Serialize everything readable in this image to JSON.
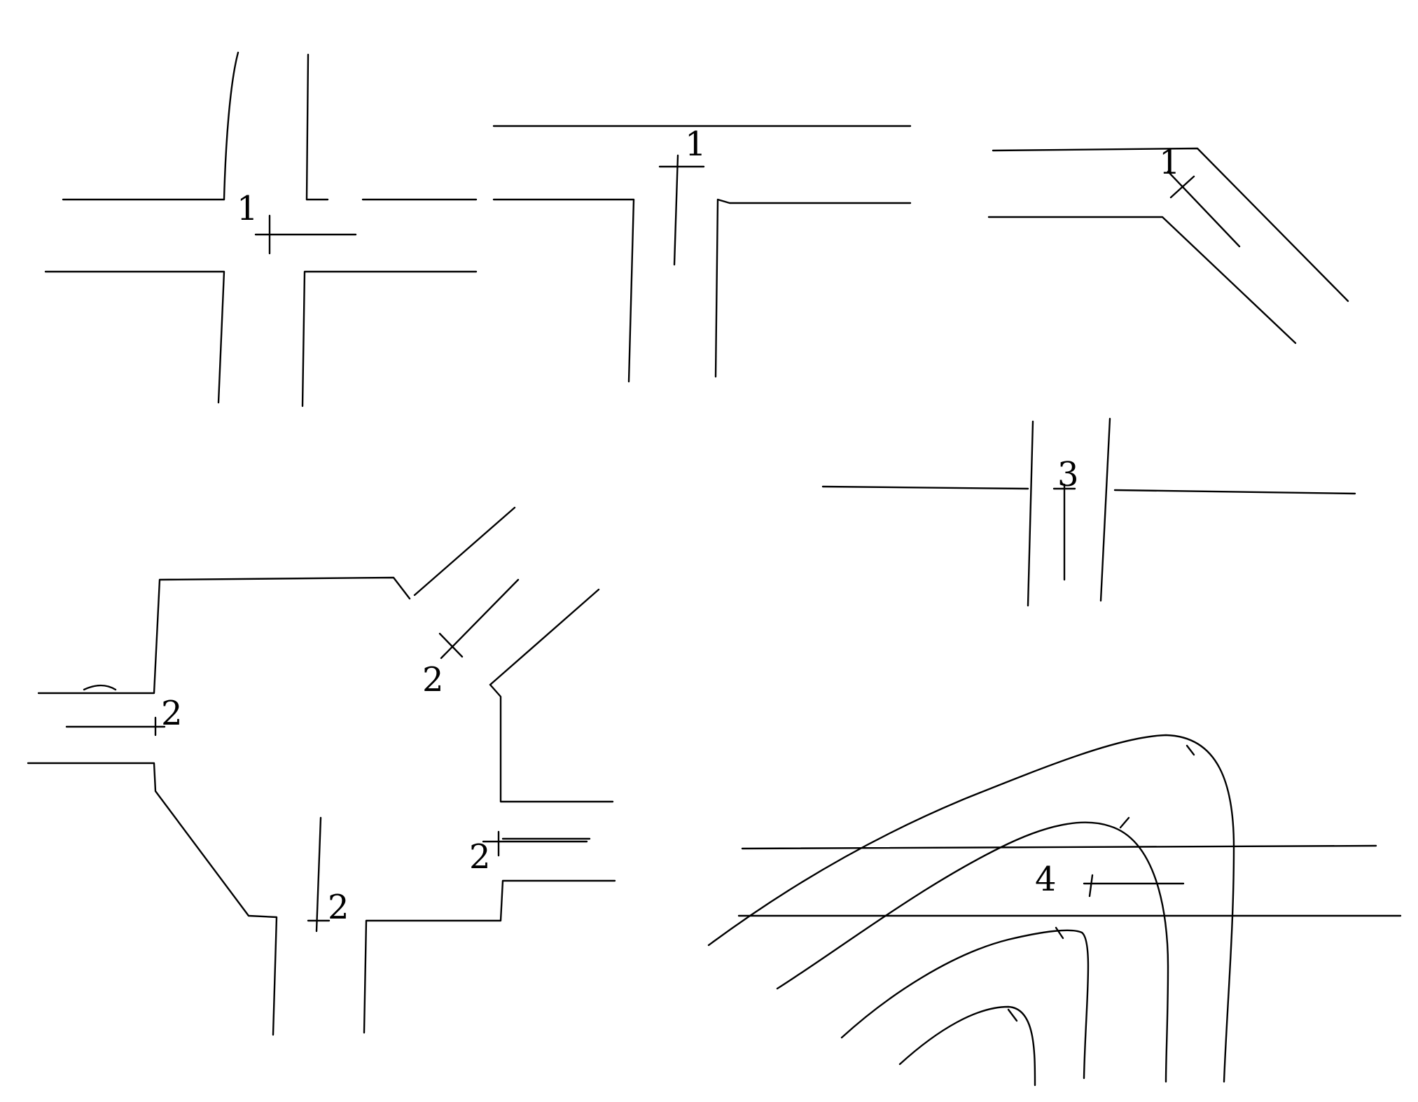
{
  "labels": {
    "cross": "1",
    "tee": "1",
    "bend": "1",
    "straight": "3",
    "complex_west": "2",
    "complex_northeast": "2",
    "complex_east": "2",
    "complex_south": "2",
    "contour": "4"
  }
}
